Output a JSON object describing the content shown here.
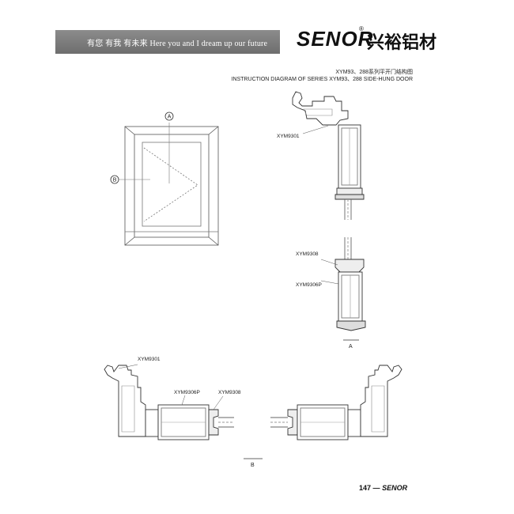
{
  "header": {
    "slogan": "有您 有我 有未来 Here you and I dream up our future",
    "logo": "SENOR",
    "registered": "®",
    "brand_cn": "兴裕铝材",
    "title_cn": "XYM93、288系列平开门结构图",
    "title_en": "INSTRUCTION DIAGRAM OF SERIES XYM93、288 SIDE-HUNG DOOR"
  },
  "diagram": {
    "marker_a": "A",
    "marker_b": "B",
    "section_a_label": "A",
    "section_b_label": "B",
    "profile_top": "XYM9301",
    "profile_bottom_1": "XYM9308",
    "profile_bottom_2": "XYM9306P",
    "section_b_profile_1": "XYM9301",
    "section_b_profile_2": "XYM9306P",
    "section_b_profile_3": "XYM9308"
  },
  "footer": {
    "page_number": "147",
    "dash": "—",
    "brand": "SENOR"
  }
}
